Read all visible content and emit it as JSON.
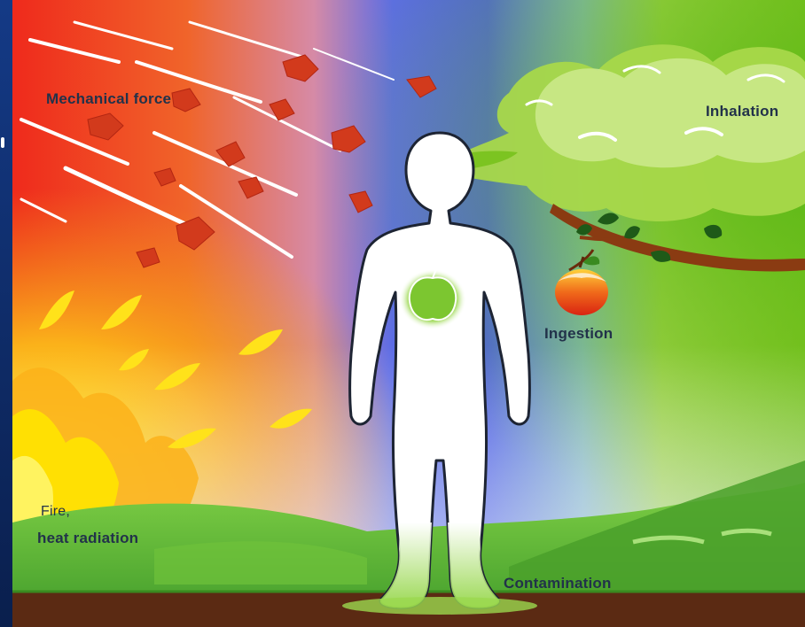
{
  "diagram": {
    "labels": {
      "mechanical_force": "Mechanical force",
      "inhalation": "Inhalation",
      "ingestion": "Ingestion",
      "fire_line1": "Fire,",
      "fire_line2": "heat radiation",
      "contamination": "Contamination"
    },
    "icons": {
      "figure": "human-silhouette-icon",
      "apple": "apple-icon",
      "stomach": "stomach-icon",
      "cloud": "smoke-cloud-icon",
      "debris": "debris-icon",
      "leaf": "burning-leaf-icon",
      "branch": "tree-branch-icon"
    },
    "colors": {
      "force_red": "#e8201e",
      "fire_orange": "#f39a1a",
      "sky_blue": "#4a63e0",
      "inhale_green": "#7cc421",
      "ground_green": "#4aa02a",
      "soil_brown": "#5b2a13",
      "label_dark": "#22324a"
    }
  }
}
